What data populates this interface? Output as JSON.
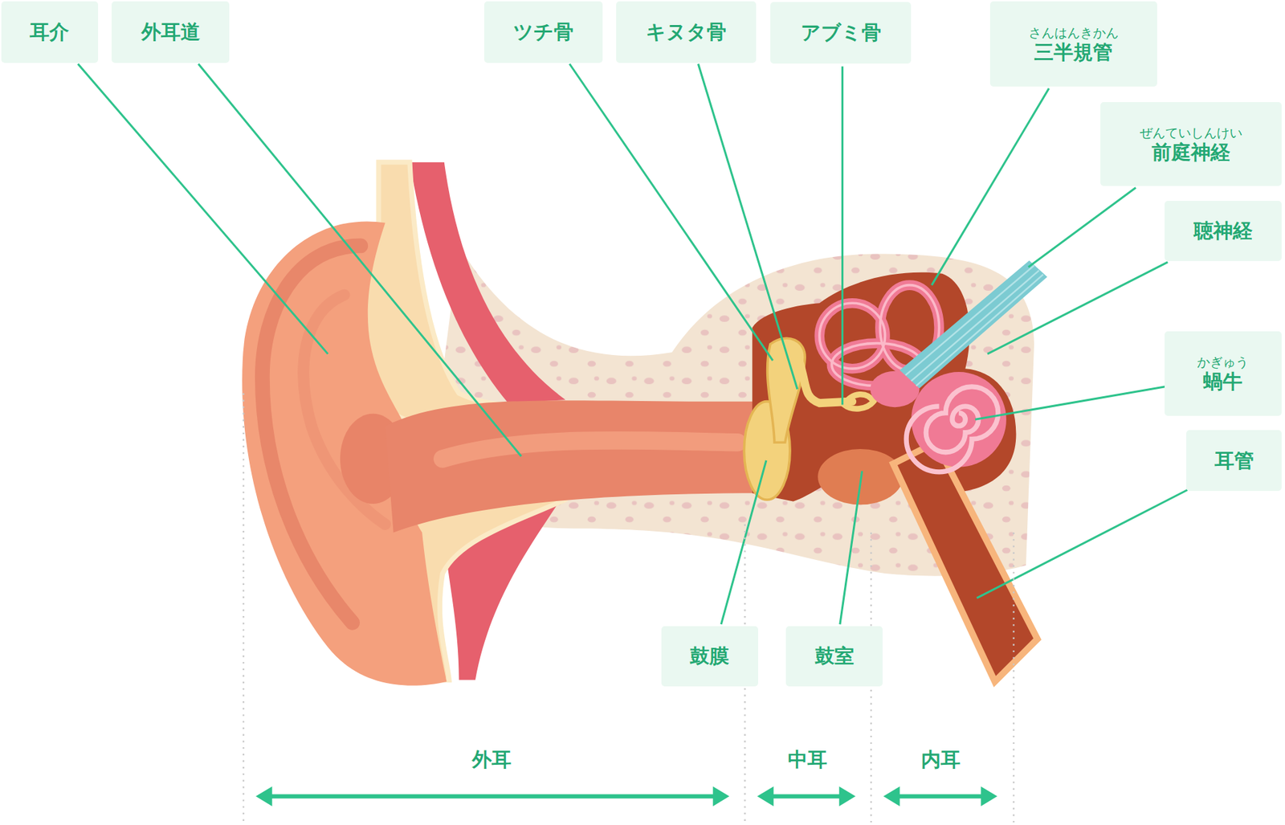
{
  "diagram": {
    "nodes": [
      {
        "text": [
          "耳介"
        ]
      },
      {
        "text": [
          "外耳道"
        ]
      },
      {
        "text": [
          "ツチ骨"
        ]
      },
      {
        "text": [
          "キヌタ骨"
        ]
      },
      {
        "text": [
          "アブミ骨"
        ]
      },
      {
        "text": [
          "さんはんきかん",
          "三半規管"
        ]
      },
      {
        "text": [
          "ぜんていしんけい",
          "前庭神経"
        ]
      },
      {
        "text": [
          "聴神経"
        ]
      },
      {
        "text": [
          "かぎゅう",
          "蝸牛"
        ]
      },
      {
        "text": [
          "耳管"
        ]
      },
      {
        "text": [
          "鼓膜"
        ]
      },
      {
        "text": [
          "鼓室"
        ]
      }
    ],
    "labels": [
      "外耳",
      "中耳",
      "内耳"
    ]
  }
}
